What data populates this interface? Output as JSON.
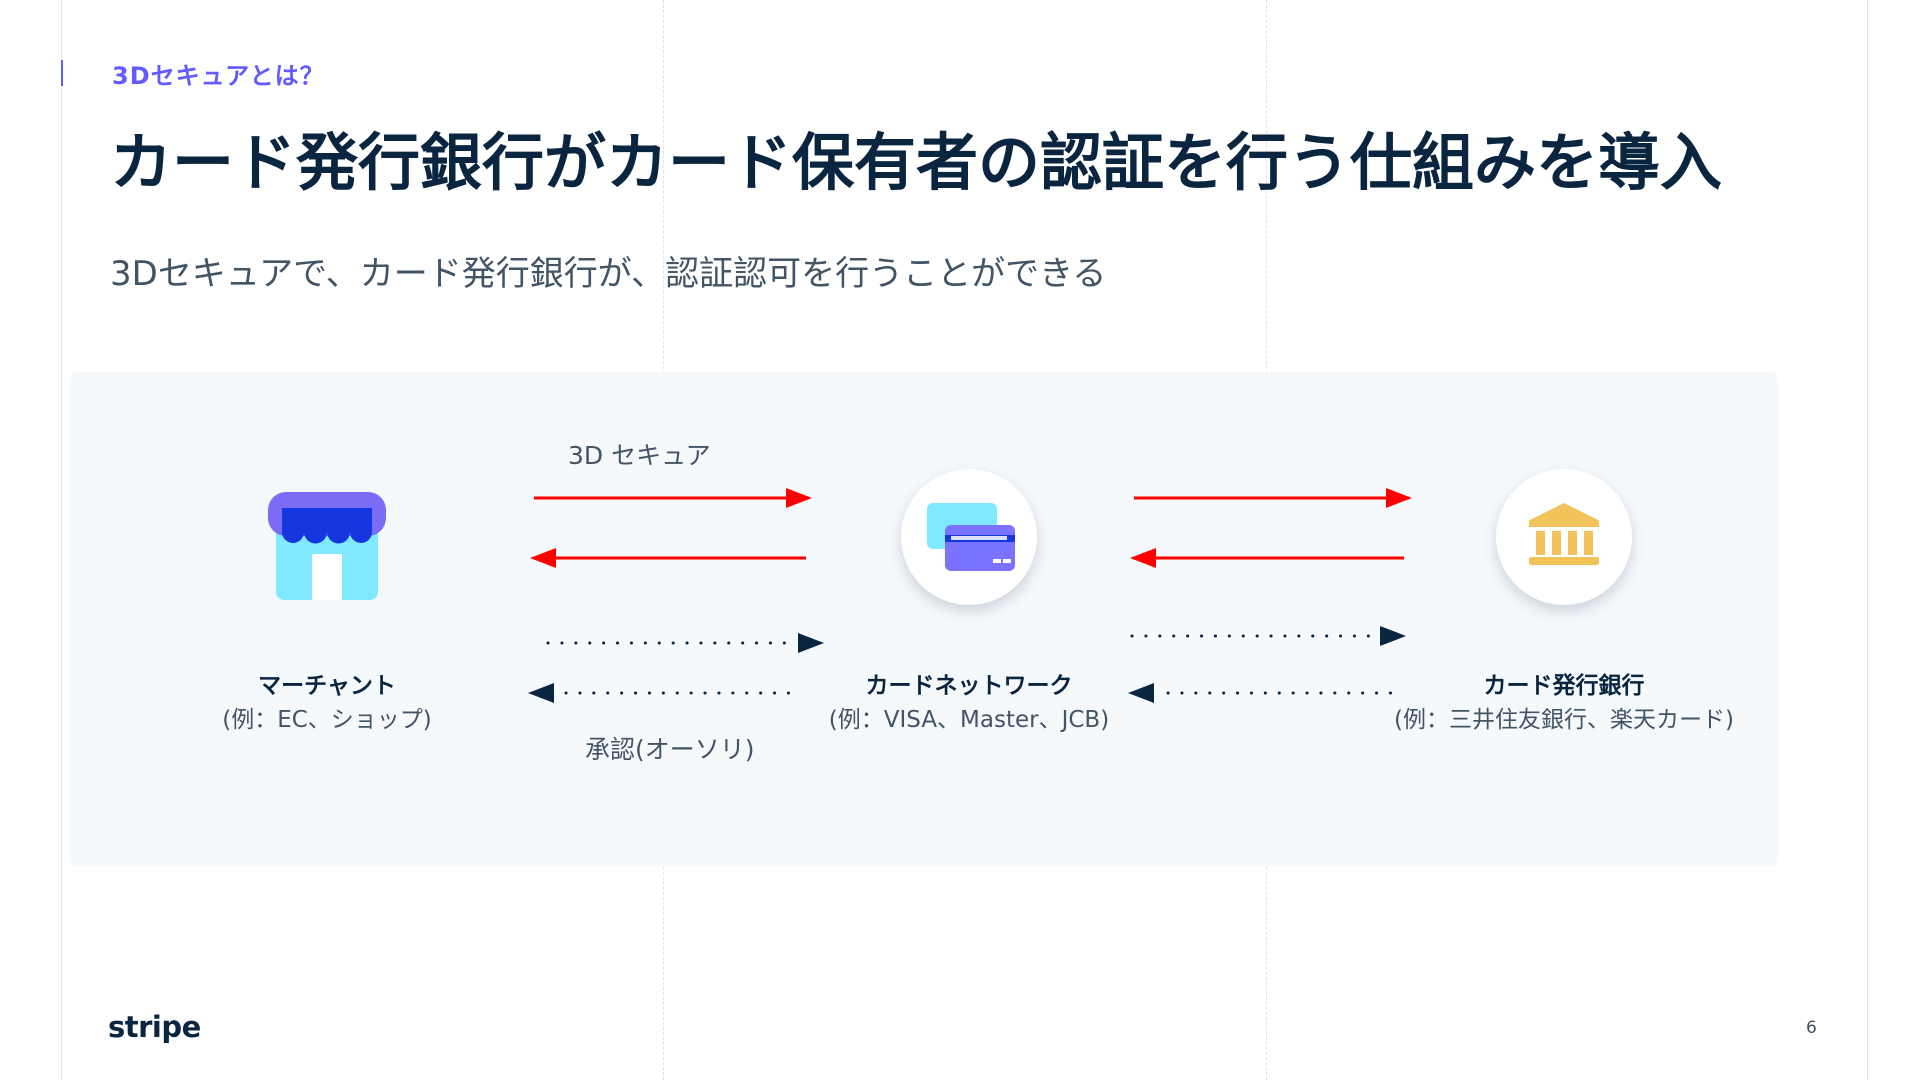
{
  "slide": {
    "eyebrow": "3Dセキュアとは？",
    "title": "カード発行銀行がカード保有者の認証を行う仕組みを導入",
    "subtitle": "3Dセキュアで、カード発行銀行が、認証認可を行うことができる",
    "logo": "stripe",
    "page_number": "6"
  },
  "diagram": {
    "top_flow_label": "3D セキュア",
    "bottom_flow_label": "承認(オーソリ)",
    "nodes": [
      {
        "name": "マーチャント",
        "sub": "(例：EC、ショップ)",
        "icon": "store-icon"
      },
      {
        "name": "カードネットワーク",
        "sub": "(例：VISA、Master、JCB)",
        "icon": "credit-card-icon"
      },
      {
        "name": "カード発行銀行",
        "sub": "(例：三井住友銀行、楽天カード)",
        "icon": "bank-icon"
      }
    ]
  },
  "colors": {
    "accent": "#635bff",
    "heading": "#0a2540",
    "body_text": "#425466",
    "panel_bg": "#f6f9fc",
    "red_arrow": "#ff0000",
    "dotted_arrow": "#0a2540",
    "store_roof": "#7b6cf6",
    "store_awning": "#1637e0",
    "store_body": "#80e9ff",
    "card_back": "#80e9ff",
    "card_front": "#7a73ff",
    "bank_gold": "#f2c25b"
  }
}
